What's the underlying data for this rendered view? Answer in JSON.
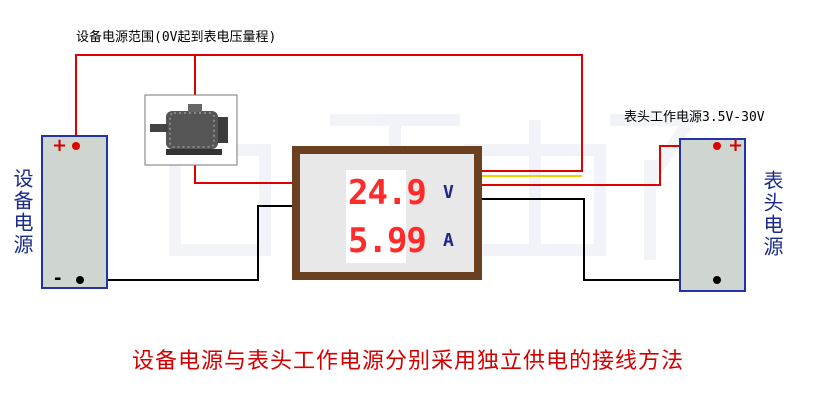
{
  "labels": {
    "device_supply_range": "设备电源范围(0V起到表电压量程)",
    "meter_supply": "表头工作电源3.5V-30V",
    "device_supply_vertical": "设备电源",
    "meter_supply_vertical": "表头电源",
    "caption": "设备电源与表头工作电源分别采用独立供电的接线方法"
  },
  "meter": {
    "voltage_reading": "24.9",
    "current_reading": "5.99",
    "voltage_unit": "V",
    "current_unit": "A"
  },
  "terminals": {
    "plus": "+",
    "minus": "-"
  },
  "colors": {
    "positive_wire": "#e00000",
    "negative_wire": "#000000",
    "sense_wire": "#f0d000",
    "battery_border": "#2233aa",
    "meter_frame": "#6b4020"
  },
  "icons": {
    "motor": "motor-icon"
  }
}
